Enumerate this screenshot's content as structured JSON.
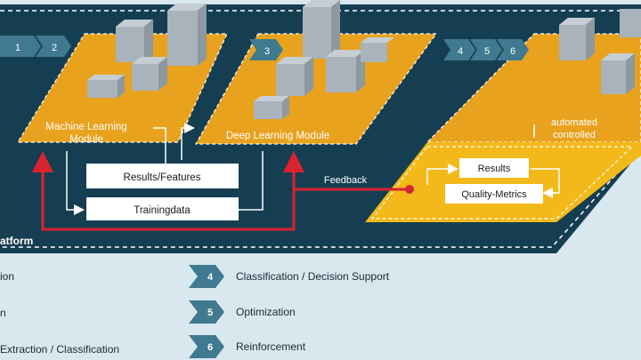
{
  "platform": {
    "title_fragment": "atform",
    "modules": [
      {
        "id": "ml",
        "label_line1": "Machine Learning",
        "label_line2": "Module"
      },
      {
        "id": "dl",
        "label": "Deep Learning Module"
      },
      {
        "id": "auto",
        "label_line1": "automated",
        "label_line2": "controlled"
      }
    ],
    "boxes": {
      "results_features": "Results/Features",
      "trainingdata": "Trainingdata",
      "results": "Results",
      "quality_metrics": "Quality-Metrics"
    },
    "feedback_label": "Feedback",
    "step_badges": [
      "1",
      "2",
      "3",
      "4",
      "5",
      "6"
    ]
  },
  "legend": {
    "left_fragments": [
      "ion",
      "n",
      "Extraction / Classification"
    ],
    "items": [
      {
        "num": "4",
        "label": "Classification / Decision Support"
      },
      {
        "num": "5",
        "label": "Optimization"
      },
      {
        "num": "6",
        "label": "Reinforcement"
      }
    ]
  },
  "colors": {
    "background": "#d9e7ef",
    "platform": "#163e52",
    "module_orange": "#e8a21e",
    "module_yellow": "#f3b91a",
    "cube_gray": "#a9b3bb",
    "arrow_red": "#d9232e",
    "badge_teal": "#3f7a90"
  }
}
